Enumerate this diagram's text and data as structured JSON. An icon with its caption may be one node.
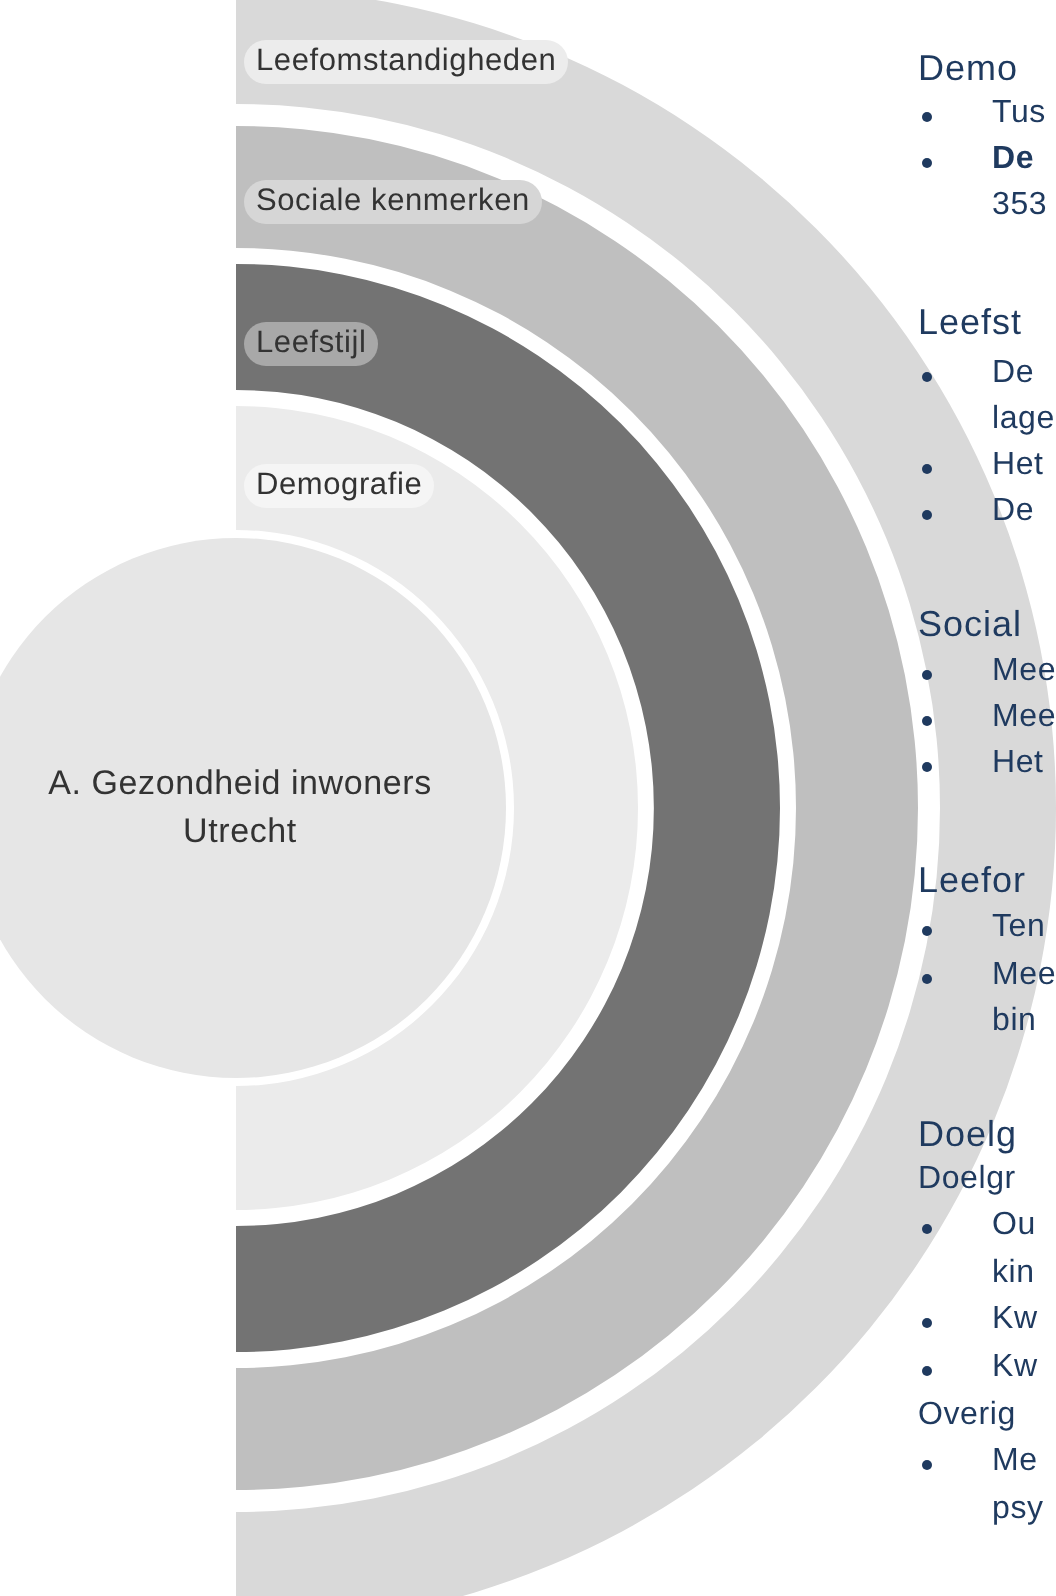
{
  "diagram": {
    "nodes": [
      {
        "text": [
          "Leefomstandigheden"
        ]
      },
      {
        "text": [
          "Sociale kenmerken"
        ]
      },
      {
        "text": [
          "Leefstijl"
        ]
      },
      {
        "text": [
          "Demografie"
        ]
      },
      {
        "text": [
          "A. Gezondheid inwoners Utrecht"
        ]
      }
    ],
    "labels": [
      "Demo",
      "Tus",
      "De",
      "353",
      "Leefst",
      "De",
      "lage",
      "Het",
      "De",
      "Social",
      "Mee",
      "Mee",
      "Het",
      "Leefor",
      "Ten",
      "Mee",
      "bin",
      "Doelg",
      "Doelgr",
      "Ou",
      "kin",
      "Kw",
      "Kw",
      "Overig",
      "Me",
      "psy"
    ]
  }
}
